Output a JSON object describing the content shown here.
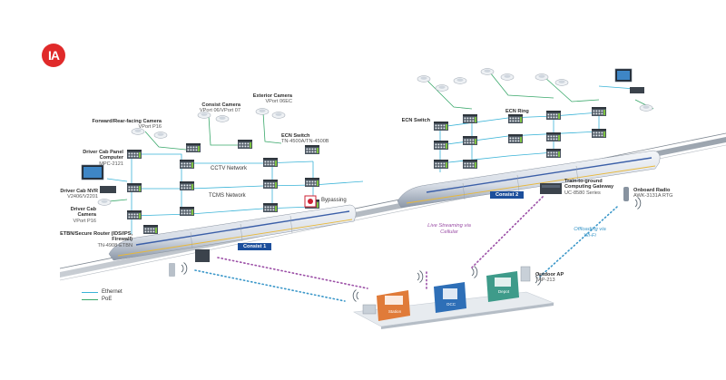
{
  "logo": {
    "text": "IA",
    "color": "#e02a2a"
  },
  "colors": {
    "ethernet": "#39b3d7",
    "poe": "#3aa86b",
    "cellular": "#9b4ea6",
    "wifi": "#3a97c9",
    "consist_badge": "#1c4f9c"
  },
  "labels": {
    "fwd_camera": {
      "title": "Forward/Rear-facing Camera",
      "model": "VPort P16"
    },
    "consist_camera": {
      "title": "Consist Camera",
      "model": "VPort 06/VPort 07"
    },
    "exterior_camera": {
      "title": "Exterior Camera",
      "model": "VPort 06EC"
    },
    "panel_computer": {
      "title": "Driver Cab Panel Computer",
      "model": "MPC-2121"
    },
    "nvr": {
      "title": "Driver Cab NVR",
      "model": "V2406/V2201"
    },
    "cab_camera": {
      "title": "Driver Cab Camera",
      "model": "VPort P16"
    },
    "etbn": {
      "title": "ETBN/Secure Router (IDS/IPS, Firewall)",
      "model": "TN-4908-ETBN"
    },
    "ecn_switch_left": {
      "title": "ECN Switch",
      "model": "TN-4500A/TN-4500B"
    },
    "ecn_switch_right": {
      "title": "ECN Switch",
      "model": ""
    },
    "ecn_ring": {
      "title": "ECN Ring",
      "model": ""
    },
    "gateway": {
      "title": "Train-to-ground Computing Gateway",
      "model": "UC-8580 Series"
    },
    "onboard_radio": {
      "title": "Onboard Radio",
      "model": "AWK-3131A RTG"
    },
    "outdoor_ap": {
      "title": "Outdoor AP",
      "model": "TAP-213"
    }
  },
  "networks": {
    "cctv": "CCTV Network",
    "tcms": "TCMS Network",
    "bypassing": "Bypassing"
  },
  "consists": [
    "Consist 1",
    "Consist 2"
  ],
  "links": {
    "cellular": "Live Streaming via Cellular",
    "wifi": "Offloading via Wi-Fi"
  },
  "ground": {
    "station": "Station",
    "occ": "OCC",
    "depot": "Depot"
  },
  "legend": [
    {
      "label": "Ethernet",
      "color": "#39b3d7"
    },
    {
      "label": "PoE",
      "color": "#3aa86b"
    }
  ]
}
